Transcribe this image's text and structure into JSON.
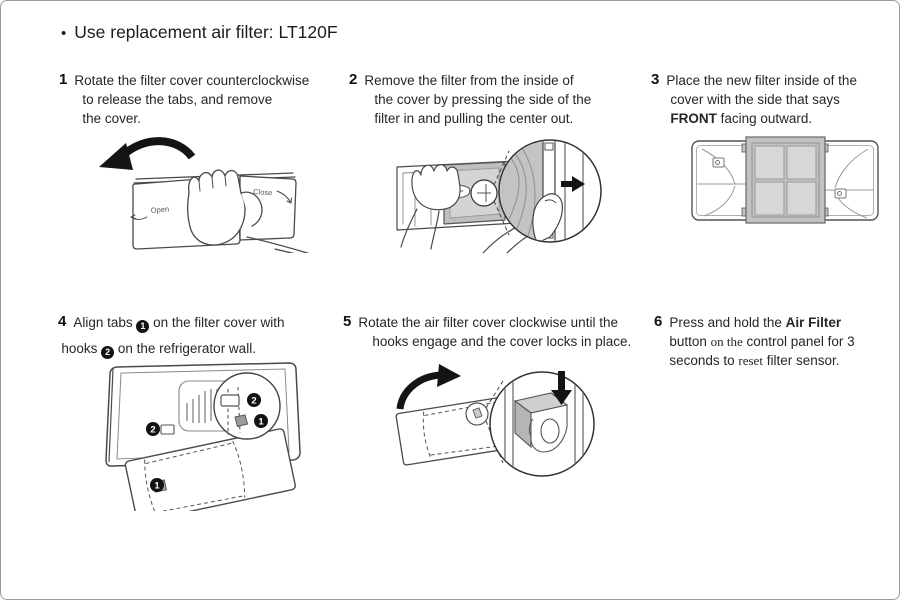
{
  "page": {
    "title_bullet": "•",
    "title": "Use replacement air filter: LT120F"
  },
  "steps": [
    {
      "num": "1",
      "lines": [
        {
          "indent": 0,
          "segs": [
            {
              "t": "Rotate the filter cover counterclockwise"
            }
          ]
        },
        {
          "indent": 8,
          "segs": [
            {
              "t": "to release the tabs, and remove"
            }
          ]
        },
        {
          "indent": 8,
          "segs": [
            {
              "t": "the cover."
            }
          ]
        }
      ]
    },
    {
      "num": "2",
      "lines": [
        {
          "indent": 0,
          "segs": [
            {
              "t": "Remove the filter from the inside of"
            }
          ]
        },
        {
          "indent": 10,
          "segs": [
            {
              "t": "the cover by pressing the side of the"
            }
          ]
        },
        {
          "indent": 10,
          "segs": [
            {
              "t": "filter in and pulling the center out."
            }
          ]
        }
      ]
    },
    {
      "num": "3",
      "lines": [
        {
          "indent": 0,
          "segs": [
            {
              "t": "Place the new filter inside of the"
            }
          ]
        },
        {
          "indent": 4,
          "segs": [
            {
              "t": "cover with the side that says"
            }
          ]
        },
        {
          "indent": 4,
          "segs": [
            {
              "t": "FRONT",
              "bold": true
            },
            {
              "t": " facing outward."
            }
          ]
        }
      ]
    },
    {
      "num": "4",
      "lines": [
        {
          "indent": 0,
          "segs": [
            {
              "t": "Align tabs "
            },
            {
              "badge": "1"
            },
            {
              "t": " on the filter cover with"
            }
          ]
        },
        {
          "indent": -12,
          "gapTop": 6,
          "segs": [
            {
              "t": "hooks "
            },
            {
              "badge": "2"
            },
            {
              "t": "  on the refrigerator wall."
            }
          ]
        }
      ]
    },
    {
      "num": "5",
      "lines": [
        {
          "indent": 0,
          "segs": [
            {
              "t": "Rotate the air filter cover clockwise until the"
            }
          ]
        },
        {
          "indent": 14,
          "segs": [
            {
              "t": "hooks engage and the cover locks in place."
            }
          ]
        }
      ]
    },
    {
      "num": "6",
      "lines": [
        {
          "indent": 0,
          "segs": [
            {
              "t": "Press and hold the "
            },
            {
              "t": "Air Filter",
              "bold": true
            }
          ]
        },
        {
          "indent": 0,
          "segs": [
            {
              "t": "button "
            },
            {
              "t": "on the",
              "serif": true
            },
            {
              "t": " control panel for 3"
            }
          ]
        },
        {
          "indent": 0,
          "segs": [
            {
              "t": "seconds to "
            },
            {
              "t": "reset",
              "serif": true
            },
            {
              "t": " filter sensor."
            }
          ]
        }
      ]
    }
  ],
  "illustrations": {
    "step1": {
      "open_label": "Open",
      "close_label": "Close"
    },
    "step4": {
      "tab_badge": "1",
      "hook_badge": "2"
    }
  },
  "colors": {
    "line_art": "#4a4a4a",
    "arrow_black": "#141414",
    "filter_gray": "#c2c2c2",
    "filter_light": "#d7d7d7",
    "page_border": "#9b9b9b",
    "text": "#262626"
  }
}
